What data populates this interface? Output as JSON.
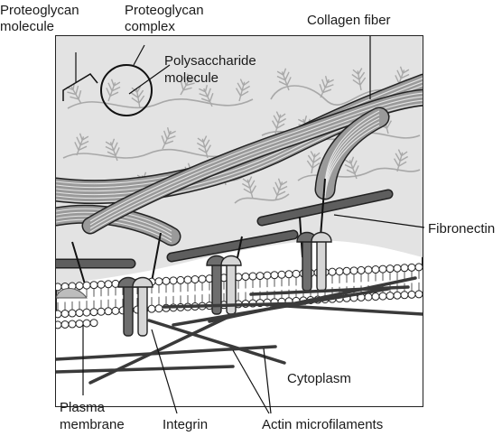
{
  "labels": {
    "proteoglycan_molecule": [
      "Proteoglycan",
      "molecule"
    ],
    "proteoglycan_complex": [
      "Proteoglycan",
      "complex"
    ],
    "polysaccharide_molecule": [
      "Polysaccharide",
      "molecule"
    ],
    "collagen_fiber": "Collagen fiber",
    "fibronectin": "Fibronectin",
    "cytoplasm": "Cytoplasm",
    "plasma_membrane": [
      "Plasma",
      "membrane"
    ],
    "integrin": "Integrin",
    "actin_microfilaments": "Actin microfilaments"
  },
  "colors": {
    "matrix": "#e3e3e3",
    "border": "#222222",
    "branch": "#a8a8a8",
    "collagen": "#9a9a9a",
    "fibronectin": "#5e5e5e",
    "integrin_dark": "#6e6e6e",
    "integrin_light": "#d6d6d6",
    "actin": "#3a3a3a",
    "membrane_head": "#ffffff",
    "cytoplasm": "#ffffff"
  }
}
